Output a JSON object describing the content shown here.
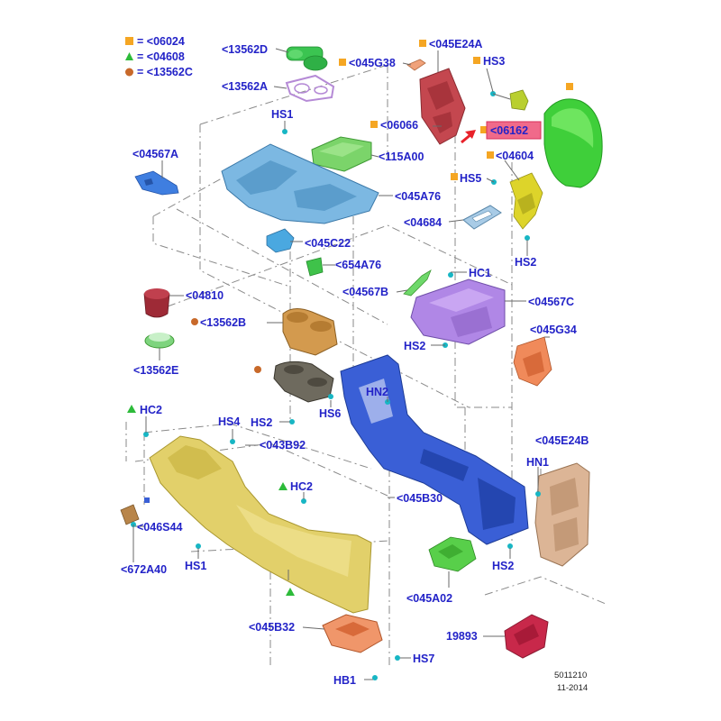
{
  "legend": [
    {
      "marker": "square",
      "color": "#f5a623",
      "text": "= <06024"
    },
    {
      "marker": "triangle",
      "color": "#2dbb3a",
      "text": "= <04608"
    },
    {
      "marker": "circle",
      "color": "#c8692a",
      "text": "= <13562C"
    }
  ],
  "callouts": {
    "c13562D": "<13562D",
    "c13562A": "<13562A",
    "c045G38": "<045G38",
    "c045E24A": "<045E24A",
    "cHS3": "HS3",
    "cHS1a": "HS1",
    "c06066": "<06066",
    "c06162": "<06162",
    "c04567A": "<04567A",
    "c115A00": "<115A00",
    "c04604": "<04604",
    "cHS5": "HS5",
    "c045A76": "<045A76",
    "c04684": "<04684",
    "c045C22": "<045C22",
    "cHS2a": "HS2",
    "c654A76": "<654A76",
    "cHC1": "HC1",
    "c04810": "<04810",
    "c04567B": "<04567B",
    "c04567C": "<04567C",
    "c13562B": "<13562B",
    "c045G34": "<045G34",
    "cHS2b": "HS2",
    "c13562E": "<13562E",
    "cHN2": "HN2",
    "cHC2a": "HC2",
    "cHS6": "HS6",
    "cHS4": "HS4",
    "cHS2c": "HS2",
    "c043B92": "<043B92",
    "c045E24B": "<045E24B",
    "cHN1": "HN1",
    "cHC2b": "HC2",
    "c045B30": "<045B30",
    "c046S44": "<046S44",
    "c672A40": "<672A40",
    "cHS1b": "HS1",
    "cHS2d": "HS2",
    "c045A02": "<045A02",
    "c045B32": "<045B32",
    "c19893": "19893",
    "cHS7": "HS7",
    "cHB1": "HB1"
  },
  "footer": {
    "code": "5011210",
    "date": "11-2014"
  },
  "colors": {
    "label": "#2323c8",
    "highlight_box": "#f06a8a",
    "arrow": "#e8222a",
    "fastener": "#17b6c4",
    "leader_dash": "#8a8a8a"
  }
}
